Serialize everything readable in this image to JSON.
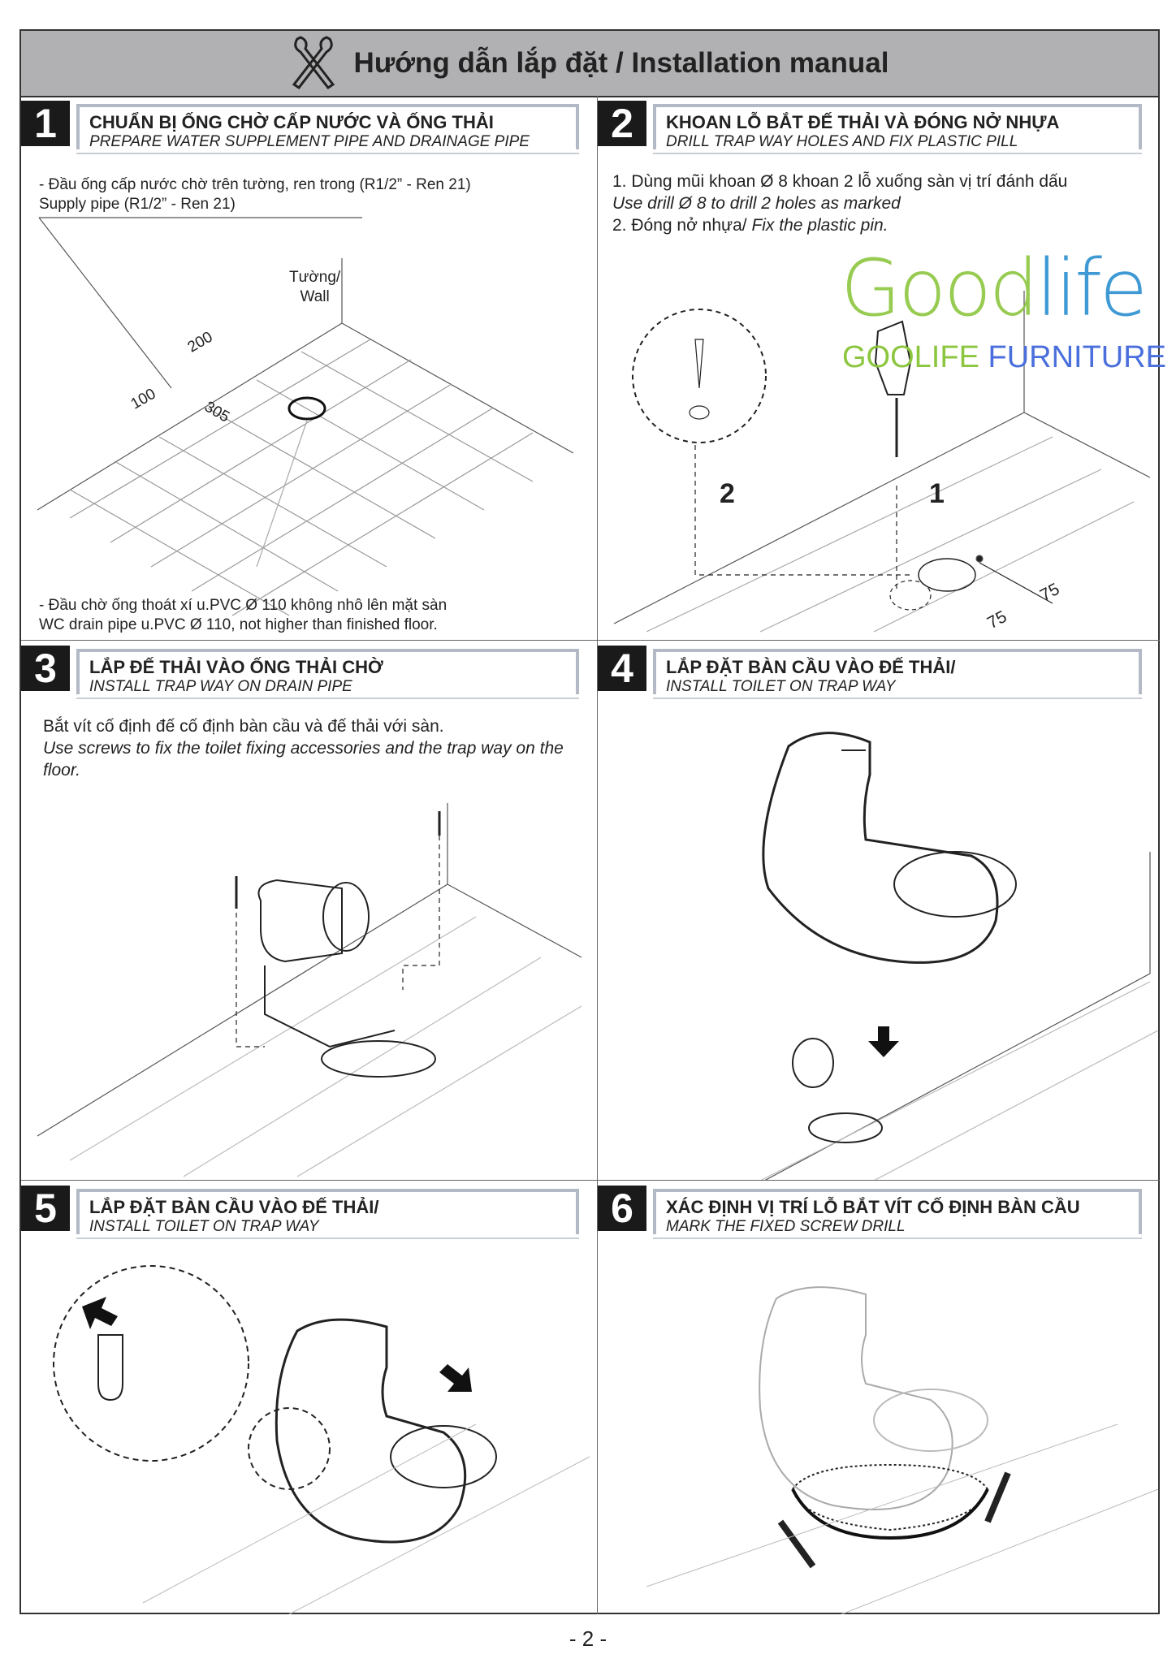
{
  "header": {
    "title": "Hướng dẫn lắp đặt / Installation manual",
    "icon": "tools-icon"
  },
  "steps": [
    {
      "number": "1",
      "title_vn": "CHUẨN BỊ ỐNG CHỜ CẤP NƯỚC VÀ ỐNG THẢI",
      "title_en": "PREPARE WATER SUPPLEMENT PIPE AND DRAINAGE PIPE",
      "note_top_vn": "- Đầu ống cấp nước chờ trên tường, ren trong (R1/2” - Ren 21)",
      "note_top_en": "Supply pipe (R1/2” - Ren 21)",
      "wall_label_vn": "Tường/",
      "wall_label_en": "Wall",
      "dims": [
        "200",
        "100",
        "305"
      ],
      "note_bottom_vn": "- Đầu chờ ống thoát xí u.PVC Ø  110 không nhô lên mặt sàn",
      "note_bottom_en": "WC drain pipe u.PVC Ø  110, not higher than finished floor."
    },
    {
      "number": "2",
      "title_vn": "KHOAN LỖ BẮT ĐẾ THẢI VÀ ĐÓNG NỞ NHỰA",
      "title_en": "DRILL TRAP WAY HOLES AND FIX PLASTIC PILL",
      "line1_vn": "1. Dùng mũi khoan Ø  8 khoan 2 lỗ xuống sàn vị trí đánh dấu",
      "line1_en": "Use drill Ø  8 to drill 2 holes as marked",
      "line2_vn": "2. Đóng nở nhựa/ ",
      "line2_en": "Fix the plastic pin.",
      "callouts": [
        "2",
        "1"
      ],
      "dims": [
        "75",
        "75"
      ]
    },
    {
      "number": "3",
      "title_vn": "LẮP ĐẾ THẢI VÀO ỐNG THẢI CHỜ",
      "title_en": "INSTALL TRAP WAY ON DRAIN PIPE",
      "text_vn": "Bắt vít cố định đế cố định bàn cầu và đế thải với sàn.",
      "text_en": "Use screws to fix the toilet fixing accessories and the trap way on the floor."
    },
    {
      "number": "4",
      "title_vn": "LẮP ĐẶT BÀN CẦU VÀO ĐẾ THẢI/",
      "title_en": "INSTALL TOILET ON TRAP WAY"
    },
    {
      "number": "5",
      "title_vn": "LẮP ĐẶT BÀN CẦU VÀO ĐẾ THẢI/",
      "title_en": "INSTALL TOILET ON TRAP WAY"
    },
    {
      "number": "6",
      "title_vn": "XÁC ĐỊNH VỊ TRÍ LỖ BẮT VÍT CỐ ĐỊNH BÀN CẦU",
      "title_en": "MARK THE FIXED SCREW DRILL"
    }
  ],
  "watermark": {
    "word_a": "Good",
    "word_b": "life",
    "sub_a": "GOOLIFE ",
    "sub_b": "FURNITURE"
  },
  "footer": {
    "page": "- 2 -"
  }
}
